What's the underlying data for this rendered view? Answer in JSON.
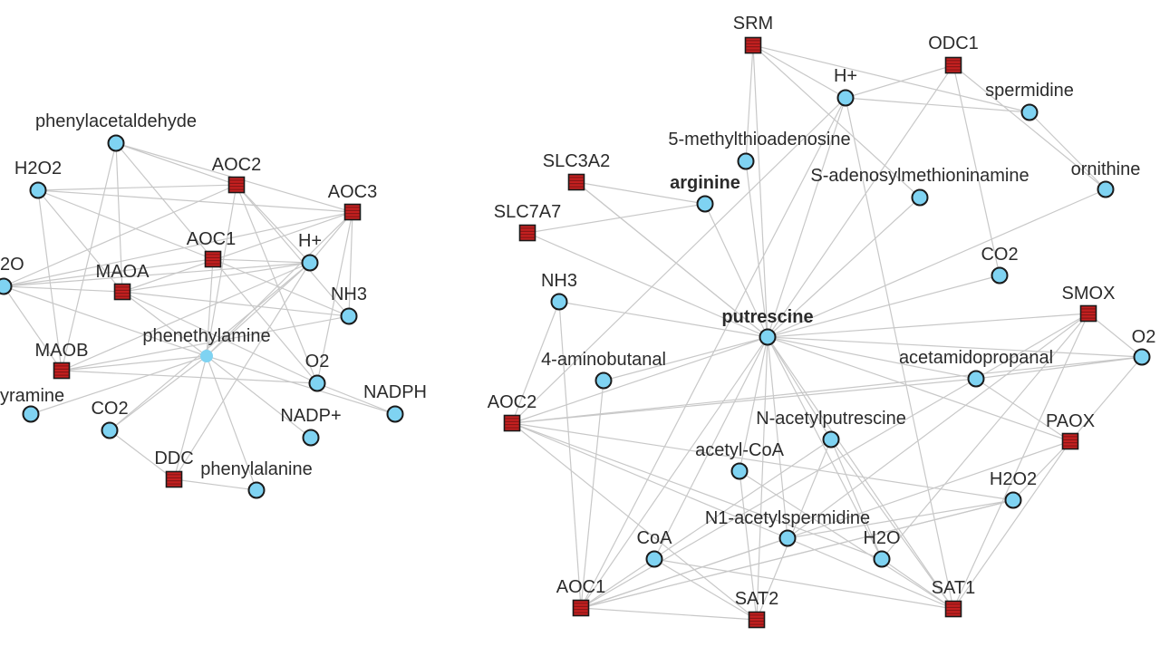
{
  "colors": {
    "metabolite": "#7fd3f2",
    "gene": "#c42020",
    "edge": "#c8c8c8",
    "label": "#2b2b2b"
  },
  "networks": [
    {
      "id": "left",
      "nodes": [
        {
          "id": "phenylacetaldehyde",
          "label": "phenylacetaldehyde",
          "kind": "metabolite"
        },
        {
          "id": "h2o2",
          "label": "H2O2",
          "kind": "metabolite"
        },
        {
          "id": "aoc2",
          "label": "AOC2",
          "kind": "gene"
        },
        {
          "id": "aoc3",
          "label": "AOC3",
          "kind": "gene"
        },
        {
          "id": "aoc1",
          "label": "AOC1",
          "kind": "gene"
        },
        {
          "id": "hplus",
          "label": "H+",
          "kind": "metabolite"
        },
        {
          "id": "h2o",
          "label": "2O",
          "kind": "metabolite"
        },
        {
          "id": "maoa",
          "label": "MAOA",
          "kind": "gene"
        },
        {
          "id": "nh3",
          "label": "NH3",
          "kind": "metabolite"
        },
        {
          "id": "phenethylamine",
          "label": "phenethylamine",
          "kind": "center"
        },
        {
          "id": "maob",
          "label": "MAOB",
          "kind": "gene"
        },
        {
          "id": "o2",
          "label": "O2",
          "kind": "metabolite"
        },
        {
          "id": "nadph",
          "label": "NADPH",
          "kind": "metabolite"
        },
        {
          "id": "tyramine",
          "label": "yramine",
          "kind": "metabolite"
        },
        {
          "id": "co2",
          "label": "CO2",
          "kind": "metabolite"
        },
        {
          "id": "nadp",
          "label": "NADP+",
          "kind": "metabolite"
        },
        {
          "id": "ddc",
          "label": "DDC",
          "kind": "gene"
        },
        {
          "id": "phenylalanine",
          "label": "phenylalanine",
          "kind": "metabolite"
        }
      ],
      "edges": [
        [
          "phenylacetaldehyde",
          "aoc2"
        ],
        [
          "phenylacetaldehyde",
          "maob"
        ],
        [
          "phenylacetaldehyde",
          "maoa"
        ],
        [
          "phenylacetaldehyde",
          "aoc3"
        ],
        [
          "phenylacetaldehyde",
          "aoc1"
        ],
        [
          "h2o2",
          "aoc2"
        ],
        [
          "h2o2",
          "aoc3"
        ],
        [
          "h2o2",
          "maoa"
        ],
        [
          "h2o2",
          "maob"
        ],
        [
          "h2o2",
          "aoc1"
        ],
        [
          "aoc2",
          "hplus"
        ],
        [
          "aoc2",
          "nh3"
        ],
        [
          "aoc2",
          "h2o"
        ],
        [
          "aoc2",
          "phenethylamine"
        ],
        [
          "aoc2",
          "o2"
        ],
        [
          "aoc3",
          "hplus"
        ],
        [
          "aoc3",
          "nh3"
        ],
        [
          "aoc3",
          "h2o"
        ],
        [
          "aoc3",
          "phenethylamine"
        ],
        [
          "aoc3",
          "o2"
        ],
        [
          "aoc3",
          "maoa"
        ],
        [
          "aoc1",
          "hplus"
        ],
        [
          "aoc1",
          "nh3"
        ],
        [
          "aoc1",
          "h2o"
        ],
        [
          "aoc1",
          "phenethylamine"
        ],
        [
          "aoc1",
          "o2"
        ],
        [
          "maoa",
          "nh3"
        ],
        [
          "maoa",
          "phenethylamine"
        ],
        [
          "maoa",
          "o2"
        ],
        [
          "maoa",
          "h2o"
        ],
        [
          "maoa",
          "hplus"
        ],
        [
          "maob",
          "hplus"
        ],
        [
          "maob",
          "phenethylamine"
        ],
        [
          "maob",
          "o2"
        ],
        [
          "maob",
          "h2o"
        ],
        [
          "maob",
          "nh3"
        ],
        [
          "h2o",
          "phenethylamine"
        ],
        [
          "h2o",
          "hplus"
        ],
        [
          "hplus",
          "phenethylamine"
        ],
        [
          "hplus",
          "ddc"
        ],
        [
          "hplus",
          "co2"
        ],
        [
          "phenethylamine",
          "ddc"
        ],
        [
          "phenethylamine",
          "phenylalanine"
        ],
        [
          "phenethylamine",
          "co2"
        ],
        [
          "phenethylamine",
          "nadp"
        ],
        [
          "phenethylamine",
          "nadph"
        ],
        [
          "phenethylamine",
          "tyramine"
        ],
        [
          "o2",
          "nadph"
        ],
        [
          "ddc",
          "phenylalanine"
        ],
        [
          "co2",
          "ddc"
        ]
      ]
    },
    {
      "id": "right",
      "nodes": [
        {
          "id": "srm",
          "label": "SRM",
          "kind": "gene"
        },
        {
          "id": "odc1",
          "label": "ODC1",
          "kind": "gene"
        },
        {
          "id": "hplus",
          "label": "H+",
          "kind": "metabolite"
        },
        {
          "id": "spermidine",
          "label": "spermidine",
          "kind": "metabolite"
        },
        {
          "id": "mta",
          "label": "5-methylthioadenosine",
          "kind": "metabolite"
        },
        {
          "id": "slc3a2",
          "label": "SLC3A2",
          "kind": "gene"
        },
        {
          "id": "arginine",
          "label": "arginine",
          "kind": "metabolite",
          "bold": true
        },
        {
          "id": "samine",
          "label": "S-adenosylmethioninamine",
          "kind": "metabolite"
        },
        {
          "id": "ornithine",
          "label": "ornithine",
          "kind": "metabolite"
        },
        {
          "id": "slc7a7",
          "label": "SLC7A7",
          "kind": "gene"
        },
        {
          "id": "co2",
          "label": "CO2",
          "kind": "metabolite"
        },
        {
          "id": "nh3",
          "label": "NH3",
          "kind": "metabolite"
        },
        {
          "id": "putrescine",
          "label": "putrescine",
          "kind": "metabolite",
          "bold": true
        },
        {
          "id": "smox",
          "label": "SMOX",
          "kind": "gene"
        },
        {
          "id": "o2",
          "label": "O2",
          "kind": "metabolite"
        },
        {
          "id": "aminobutanal",
          "label": "4-aminobutanal",
          "kind": "metabolite"
        },
        {
          "id": "acetamidopropanal",
          "label": "acetamidopropanal",
          "kind": "metabolite"
        },
        {
          "id": "aoc2",
          "label": "AOC2",
          "kind": "gene"
        },
        {
          "id": "nacput",
          "label": "N-acetylputrescine",
          "kind": "metabolite"
        },
        {
          "id": "paox",
          "label": "PAOX",
          "kind": "gene"
        },
        {
          "id": "acetylcoa",
          "label": "acetyl-CoA",
          "kind": "metabolite"
        },
        {
          "id": "h2o2",
          "label": "H2O2",
          "kind": "metabolite"
        },
        {
          "id": "n1acspd",
          "label": "N1-acetylspermidine",
          "kind": "metabolite"
        },
        {
          "id": "coa",
          "label": "CoA",
          "kind": "metabolite"
        },
        {
          "id": "h2o",
          "label": "H2O",
          "kind": "metabolite"
        },
        {
          "id": "aoc1",
          "label": "AOC1",
          "kind": "gene"
        },
        {
          "id": "sat2",
          "label": "SAT2",
          "kind": "gene"
        },
        {
          "id": "sat1",
          "label": "SAT1",
          "kind": "gene"
        }
      ],
      "edges": [
        [
          "putrescine",
          "srm"
        ],
        [
          "putrescine",
          "odc1"
        ],
        [
          "putrescine",
          "hplus"
        ],
        [
          "putrescine",
          "mta"
        ],
        [
          "putrescine",
          "slc3a2"
        ],
        [
          "putrescine",
          "arginine"
        ],
        [
          "putrescine",
          "samine"
        ],
        [
          "putrescine",
          "ornithine"
        ],
        [
          "putrescine",
          "slc7a7"
        ],
        [
          "putrescine",
          "co2"
        ],
        [
          "putrescine",
          "nh3"
        ],
        [
          "putrescine",
          "smox"
        ],
        [
          "putrescine",
          "aminobutanal"
        ],
        [
          "putrescine",
          "aoc2"
        ],
        [
          "putrescine",
          "nacput"
        ],
        [
          "putrescine",
          "acetylcoa"
        ],
        [
          "putrescine",
          "n1acspd"
        ],
        [
          "putrescine",
          "coa"
        ],
        [
          "putrescine",
          "h2o"
        ],
        [
          "putrescine",
          "aoc1"
        ],
        [
          "putrescine",
          "sat2"
        ],
        [
          "putrescine",
          "sat1"
        ],
        [
          "putrescine",
          "paox"
        ],
        [
          "putrescine",
          "acetamidopropanal"
        ],
        [
          "putrescine",
          "o2"
        ],
        [
          "srm",
          "hplus"
        ],
        [
          "srm",
          "spermidine"
        ],
        [
          "srm",
          "mta"
        ],
        [
          "srm",
          "samine"
        ],
        [
          "odc1",
          "hplus"
        ],
        [
          "odc1",
          "ornithine"
        ],
        [
          "odc1",
          "co2"
        ],
        [
          "hplus",
          "aoc1"
        ],
        [
          "hplus",
          "sat1"
        ],
        [
          "hplus",
          "aoc2"
        ],
        [
          "slc3a2",
          "arginine"
        ],
        [
          "slc7a7",
          "arginine"
        ],
        [
          "slc3a2",
          "putrescine"
        ],
        [
          "spermidine",
          "ornithine"
        ],
        [
          "spermidine",
          "hplus"
        ],
        [
          "nh3",
          "aoc1"
        ],
        [
          "nh3",
          "aoc2"
        ],
        [
          "aminobutanal",
          "aoc1"
        ],
        [
          "aoc2",
          "acetamidopropanal"
        ],
        [
          "aoc2",
          "o2"
        ],
        [
          "aoc2",
          "h2o2"
        ],
        [
          "aoc2",
          "n1acspd"
        ],
        [
          "aoc2",
          "h2o"
        ],
        [
          "aoc2",
          "sat2"
        ],
        [
          "smox",
          "o2"
        ],
        [
          "smox",
          "h2o"
        ],
        [
          "smox",
          "n1acspd"
        ],
        [
          "smox",
          "sat1"
        ],
        [
          "smox",
          "acetamidopropanal"
        ],
        [
          "paox",
          "o2"
        ],
        [
          "paox",
          "h2o2"
        ],
        [
          "paox",
          "acetamidopropanal"
        ],
        [
          "paox",
          "n1acspd"
        ],
        [
          "paox",
          "sat1"
        ],
        [
          "acetamidopropanal",
          "o2"
        ],
        [
          "acetamidopropanal",
          "aoc1"
        ],
        [
          "nacput",
          "sat1"
        ],
        [
          "nacput",
          "h2o"
        ],
        [
          "nacput",
          "sat2"
        ],
        [
          "nacput",
          "aoc1"
        ],
        [
          "acetylcoa",
          "sat2"
        ],
        [
          "acetylcoa",
          "sat1"
        ],
        [
          "n1acspd",
          "sat1"
        ],
        [
          "n1acspd",
          "h2o2"
        ],
        [
          "n1acspd",
          "aoc1"
        ],
        [
          "coa",
          "sat2"
        ],
        [
          "coa",
          "sat1"
        ],
        [
          "h2o2",
          "aoc1"
        ],
        [
          "h2o",
          "sat1"
        ],
        [
          "aoc1",
          "sat2"
        ],
        [
          "aoc1",
          "n1acspd"
        ],
        [
          "aoc1",
          "h2o2"
        ]
      ]
    }
  ]
}
